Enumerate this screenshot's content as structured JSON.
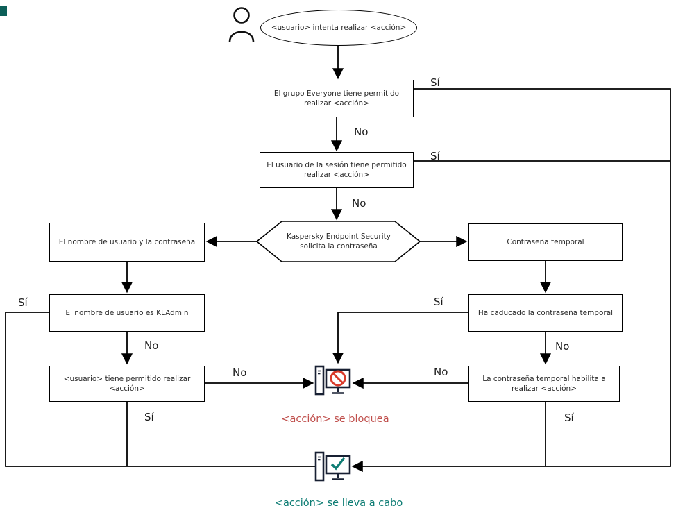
{
  "diagram": {
    "start_label": "<usuario> intenta realizar <acción>",
    "nodes": {
      "everyone": "El grupo Everyone tiene permitido realizar <acción>",
      "session_user": "El usuario de la sesión tiene permitido realizar <acción>",
      "kes_prompt": "Kaspersky Endpoint Security solicita la contraseña",
      "username_password": "El nombre de usuario y la contraseña",
      "temp_password": "Contraseña temporal",
      "kladmin": "El nombre de usuario es KLAdmin",
      "temp_expired": "Ha caducado la contraseña temporal",
      "user_allowed": "<usuario> tiene permitido realizar <acción>",
      "temp_allows": "La contraseña temporal habilita a realizar <acción>"
    },
    "edge_labels": {
      "yes": "Sí",
      "no": "No"
    },
    "outcomes": {
      "blocked": "<acción> se bloquea",
      "performed": "<acción> se lleva a cabo"
    },
    "icons": {
      "actor": "person-icon",
      "blocked": "computer-blocked-icon",
      "performed": "computer-check-icon"
    },
    "colors": {
      "line": "#000000",
      "node_border": "#000000",
      "blocked_text": "#c0504d",
      "performed_text": "#0e7d74",
      "blocked_icon_accent": "#d93a2b",
      "performed_icon_accent": "#0e7d74",
      "computer_icon_outline": "#182033"
    }
  }
}
